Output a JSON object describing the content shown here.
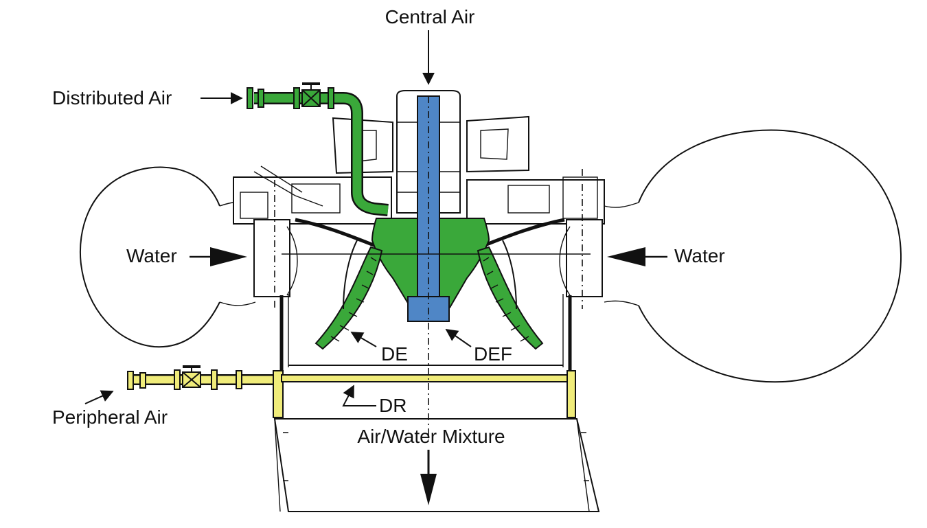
{
  "labels": {
    "central_air": "Central Air",
    "distributed_air": "Distributed Air",
    "water_left": "Water",
    "water_right": "Water",
    "de": "DE",
    "def": "DEF",
    "dr": "DR",
    "peripheral_air": "Peripheral Air",
    "mixture": "Air/Water Mixture"
  },
  "colors": {
    "distributed_air": "#3aa83a",
    "central_air": "#4f86c6",
    "peripheral_air": "#f0ec7a",
    "outline": "#111111"
  }
}
